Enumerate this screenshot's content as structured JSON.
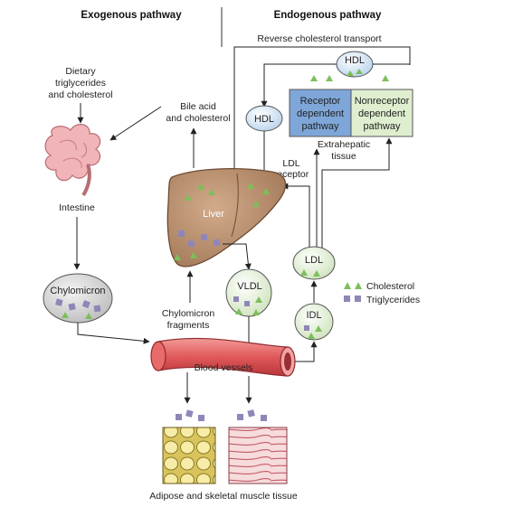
{
  "headers": {
    "exogenous": "Exogenous pathway",
    "endogenous": "Endogenous pathway"
  },
  "labels": {
    "reverse_transport": "Reverse cholesterol transport",
    "dietary_1": "Dietary",
    "dietary_2": "triglycerides",
    "dietary_3": "and cholesterol",
    "bile_1": "Bile acid",
    "bile_2": "and cholesterol",
    "intestine": "Intestine",
    "liver": "Liver",
    "chylomicron": "Chylomicron",
    "chylo_frag_1": "Chylomicron",
    "chylo_frag_2": "fragments",
    "vldl": "VLDL",
    "ldl": "LDL",
    "idl": "IDL",
    "hdl_left": "HDL",
    "hdl_top": "HDL",
    "ldl_receptor_1": "LDL",
    "ldl_receptor_2": "receptor",
    "receptor_dep_1": "Receptor",
    "receptor_dep_2": "dependent",
    "receptor_dep_3": "pathway",
    "nonreceptor_1": "Nonreceptor",
    "nonreceptor_2": "dependent",
    "nonreceptor_3": "pathway",
    "extrahepatic_1": "Extrahepatic",
    "extrahepatic_2": "tissue",
    "blood_vessels": "Blood vessels",
    "tissue_caption": "Adipose and skeletal muscle tissue"
  },
  "legend": {
    "cholesterol": "Cholesterol",
    "triglycerides": "Triglycerides"
  },
  "colors": {
    "cholesterol": "#7cbf5a",
    "triglycerides": "#8f86b8",
    "liver": "#b38b6d",
    "vessel": "#e0585a",
    "receptor_box": "#7fa6d8",
    "nonreceptor_box": "#dfeecf",
    "particle_green": "#e4efd8",
    "chylomicron_fill": "#d8d8d8",
    "hdl_fill": "#d6e6f4"
  }
}
